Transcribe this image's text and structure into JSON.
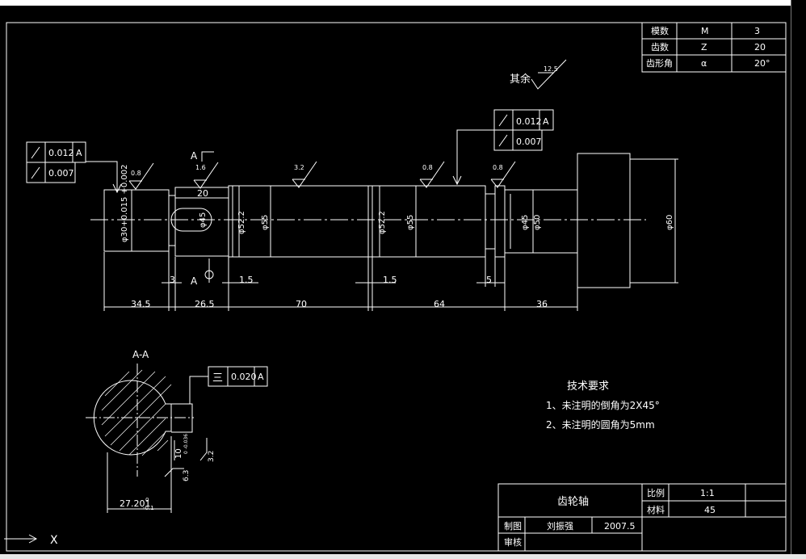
{
  "drawing": {
    "params_table": {
      "rows": [
        {
          "name": "模数",
          "symbol": "M",
          "value": "3"
        },
        {
          "name": "齿数",
          "symbol": "Z",
          "value": "20"
        },
        {
          "name": "齿形角",
          "symbol": "α",
          "value": "20°"
        }
      ]
    },
    "surface_finish": {
      "rest_label": "其余",
      "rest_value": "12.5",
      "bearing_left": "0.8",
      "keyway": "1.6",
      "middle": "3.2",
      "bearing_right": "0.8",
      "shoulder_right": "0.8",
      "section_a": "3.2",
      "section_b": "6.3"
    },
    "tolerances": {
      "left_runout": "0.012",
      "left_runout_datum": "A",
      "left_cyl": "0.007",
      "right_runout": "0.012",
      "right_runout_datum": "A",
      "right_cyl": "0.007",
      "section_sym": "0.020",
      "section_sym_datum": "A",
      "sym_symbol": "三"
    },
    "section_marks": {
      "a_top": "A",
      "a_bottom": "A",
      "view_title": "A-A"
    },
    "diameters": {
      "d1": "φ30+0.015 +0.002",
      "d_key": "φ45",
      "d2a": "φ52.2",
      "d2b": "φ55",
      "d3a": "φ52.2",
      "d3b": "φ55",
      "d4a": "φ45",
      "d4b": "φ50",
      "d_gear": "φ60"
    },
    "lengths": {
      "l1": "34.5",
      "l2": "26.5",
      "l3": "70",
      "l4": "64",
      "l5": "36",
      "key_len": "20",
      "gap1": "3",
      "gap2": "1.5",
      "gap3": "1.5",
      "gap4": "5"
    },
    "section_dims": {
      "depth": "27.201",
      "depth_tol_upper": "0",
      "depth_tol_lower": "-0.1",
      "width": "10",
      "width_tol": "0 -0.036"
    },
    "notes": {
      "title": "技术要求",
      "item1": "1、未注明的倒角为2X45°",
      "item2": "2、未注明的圆角为5mm"
    },
    "title_block": {
      "part_name": "齿轮轴",
      "scale_label": "比例",
      "scale_value": "1:1",
      "material_label": "材料",
      "material_value": "45",
      "drawn_label": "制图",
      "drawn_name": "刘振强",
      "date": "2007.5",
      "checked_label": "审核"
    },
    "ucs": {
      "x_label": "X"
    }
  },
  "colors": {
    "background": "#000000",
    "lines": "#ffffff"
  }
}
